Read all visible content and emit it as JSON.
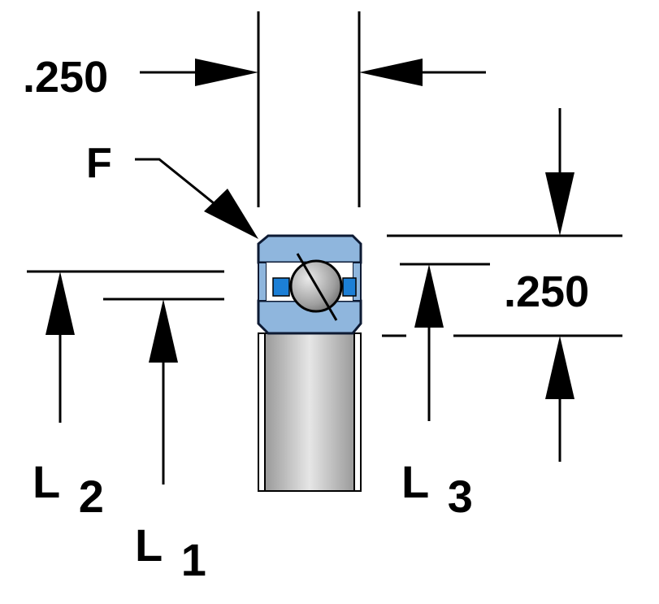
{
  "labels": {
    "top_dimension": ".250",
    "right_dimension": ".250",
    "feature_callout": "F",
    "l1_letter": "L",
    "l1_subscript": "1",
    "l2_letter": "L",
    "l2_subscript": "2",
    "l3_letter": "L",
    "l3_subscript": "3"
  },
  "colors": {
    "ring_fill": "#8fb6dd",
    "ring_outline": "#0d1a33",
    "retainer_blue": "#1c7fd6",
    "ball_gray": "#a9a9a9",
    "section_gray": "#b8b8b8",
    "line_black": "#000000"
  }
}
